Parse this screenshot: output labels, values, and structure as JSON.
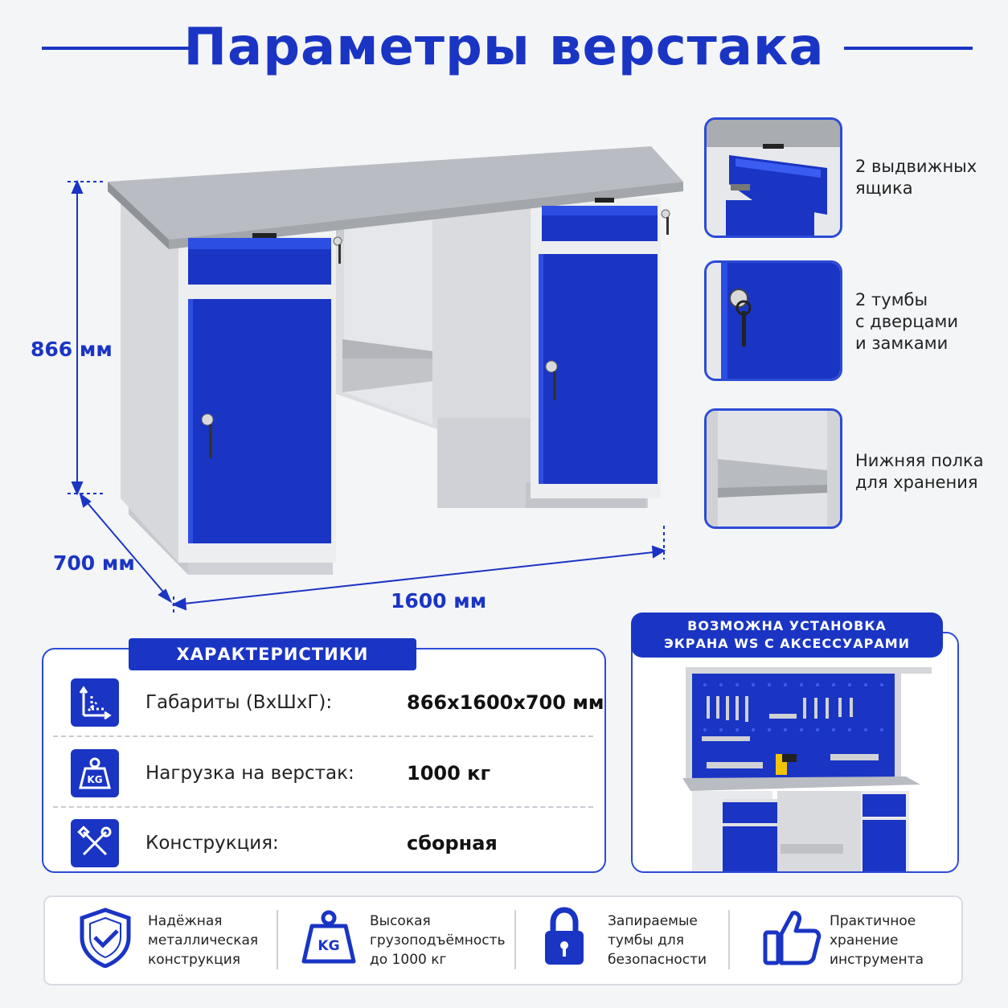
{
  "header": {
    "title": "Параметры верстака"
  },
  "dimensions": {
    "height": "866 мм",
    "depth": "700 мм",
    "width": "1600 мм"
  },
  "features": [
    {
      "icon": "drawer-thumbnail",
      "text": "2 выдвижных\nящика"
    },
    {
      "icon": "lock-door-thumbnail",
      "text": "2 тумбы\nс дверцами\nи замками"
    },
    {
      "icon": "shelf-thumbnail",
      "text": "Нижняя полка\nдля хранения"
    }
  ],
  "specs": {
    "title": "ХАРАКТЕРИСТИКИ",
    "rows": [
      {
        "icon": "dimensions-icon",
        "label": "Габариты (ВхШхГ):",
        "value": "866x1600x700 мм"
      },
      {
        "icon": "weight-kg-icon",
        "label": "Нагрузка на верстак:",
        "value": "1000 кг"
      },
      {
        "icon": "tools-icon",
        "label": "Конструкция:",
        "value": "сборная"
      }
    ]
  },
  "accessory": {
    "line1": "ВОЗМОЖНА УСТАНОВКА",
    "line2": "ЭКРАНА WS С АКСЕССУАРАМИ"
  },
  "benefits": [
    {
      "icon": "shield-check-icon",
      "text": "Надёжная\nметаллическая\nконструкция"
    },
    {
      "icon": "weight-kg-icon",
      "text": "Высокая\nгрузоподъёмность\nдо 1000 кг"
    },
    {
      "icon": "padlock-icon",
      "text": "Запираемые\nтумбы для\nбезопасности"
    },
    {
      "icon": "thumbs-up-icon",
      "text": "Практичное\nхранение\nинструмента"
    }
  ],
  "colors": {
    "brand_blue": "#1a35c4",
    "steel": "#b9bcc2",
    "body_grey": "#e4e5e8"
  }
}
